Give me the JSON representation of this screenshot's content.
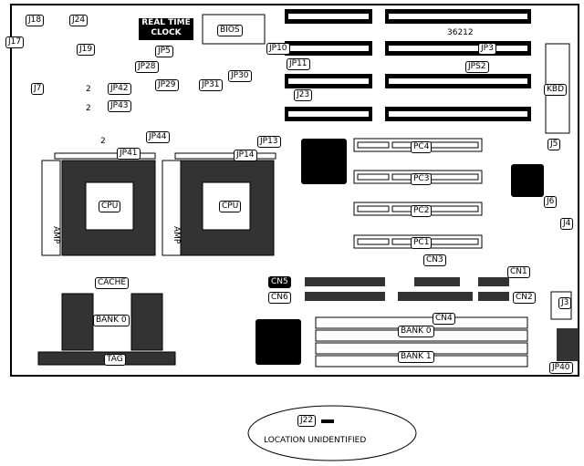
{
  "board": {
    "model": "36212",
    "rtc_line1": "REAL TIME",
    "rtc_line2": "CLOCK",
    "bios": "BIOS",
    "kbd": "KBD",
    "cpu1": "CPU",
    "cpu2": "CPU",
    "amp1": "AMP",
    "amp2": "AMP",
    "cache": "CACHE",
    "cache_bank": "BANK 0",
    "tag": "TAG",
    "mem_bank0": "BANK 0",
    "mem_bank1": "BANK 1",
    "pin2a": "2",
    "pin2b": "2",
    "pin2c": "2"
  },
  "slots": {
    "pc1": "PC1",
    "pc2": "PC2",
    "pc3": "PC3",
    "pc4": "PC4"
  },
  "connectors": {
    "cn1": "CN1",
    "cn2": "CN2",
    "cn3": "CN3",
    "cn4": "CN4",
    "cn5": "CN5",
    "cn6": "CN6"
  },
  "jumpers": {
    "j3": "J3",
    "j4": "J4",
    "j5": "J5",
    "j6": "J6",
    "j7": "J7",
    "j17": "J17",
    "j18": "J18",
    "j19": "J19",
    "j23": "J23",
    "j24": "J24",
    "jp3": "JP3",
    "jp5": "JP5",
    "jp10": "JP10",
    "jp11": "JP11",
    "jp13": "JP13",
    "jp14": "JP14",
    "jp28": "JP28",
    "jp29": "JP29",
    "jp30": "JP30",
    "jp31": "JP31",
    "jp40": "JP40",
    "jp41": "JP41",
    "jp42": "JP42",
    "jp43": "JP43",
    "jp44": "JP44",
    "jps2": "JPS2"
  },
  "location": {
    "label": "LOCATION UNIDENTIFIED",
    "j22": "J22"
  }
}
